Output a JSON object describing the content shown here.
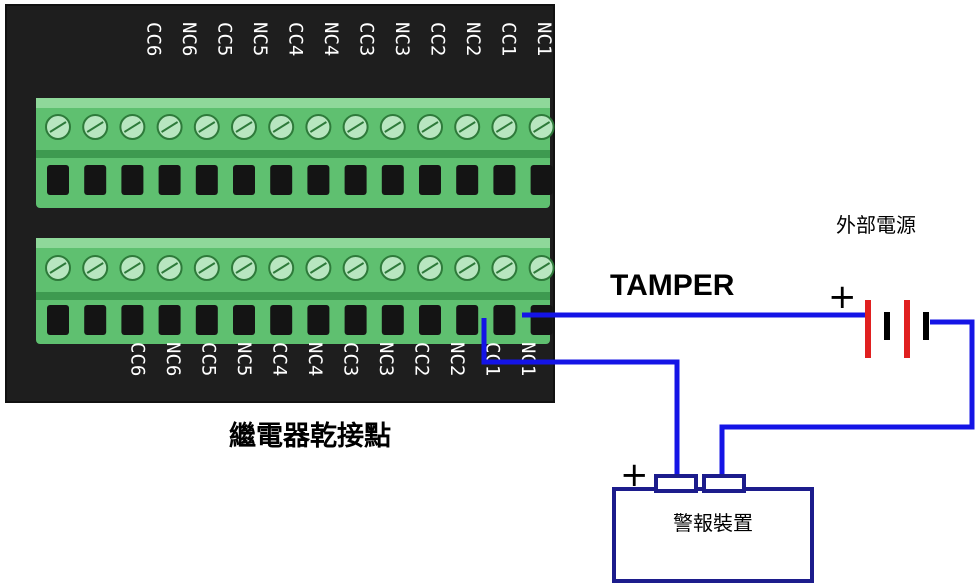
{
  "terminal_labels": [
    "NC1",
    "CC1",
    "NC2",
    "CC2",
    "NC3",
    "CC3",
    "NC4",
    "CC4",
    "NC5",
    "CC5",
    "NC6",
    "CC6"
  ],
  "relay_caption": "繼電器乾接點",
  "tamper_label": "TAMPER",
  "external_power_label": "外部電源",
  "alarm_device_label": "警報裝置",
  "plus_sign": "+",
  "colors": {
    "wire": "#1414e6",
    "terminal_block": "#5fc070",
    "panel": "#1e1e1e",
    "battery_plate": "#e02020",
    "alarm_box": "#1c1c8c"
  }
}
